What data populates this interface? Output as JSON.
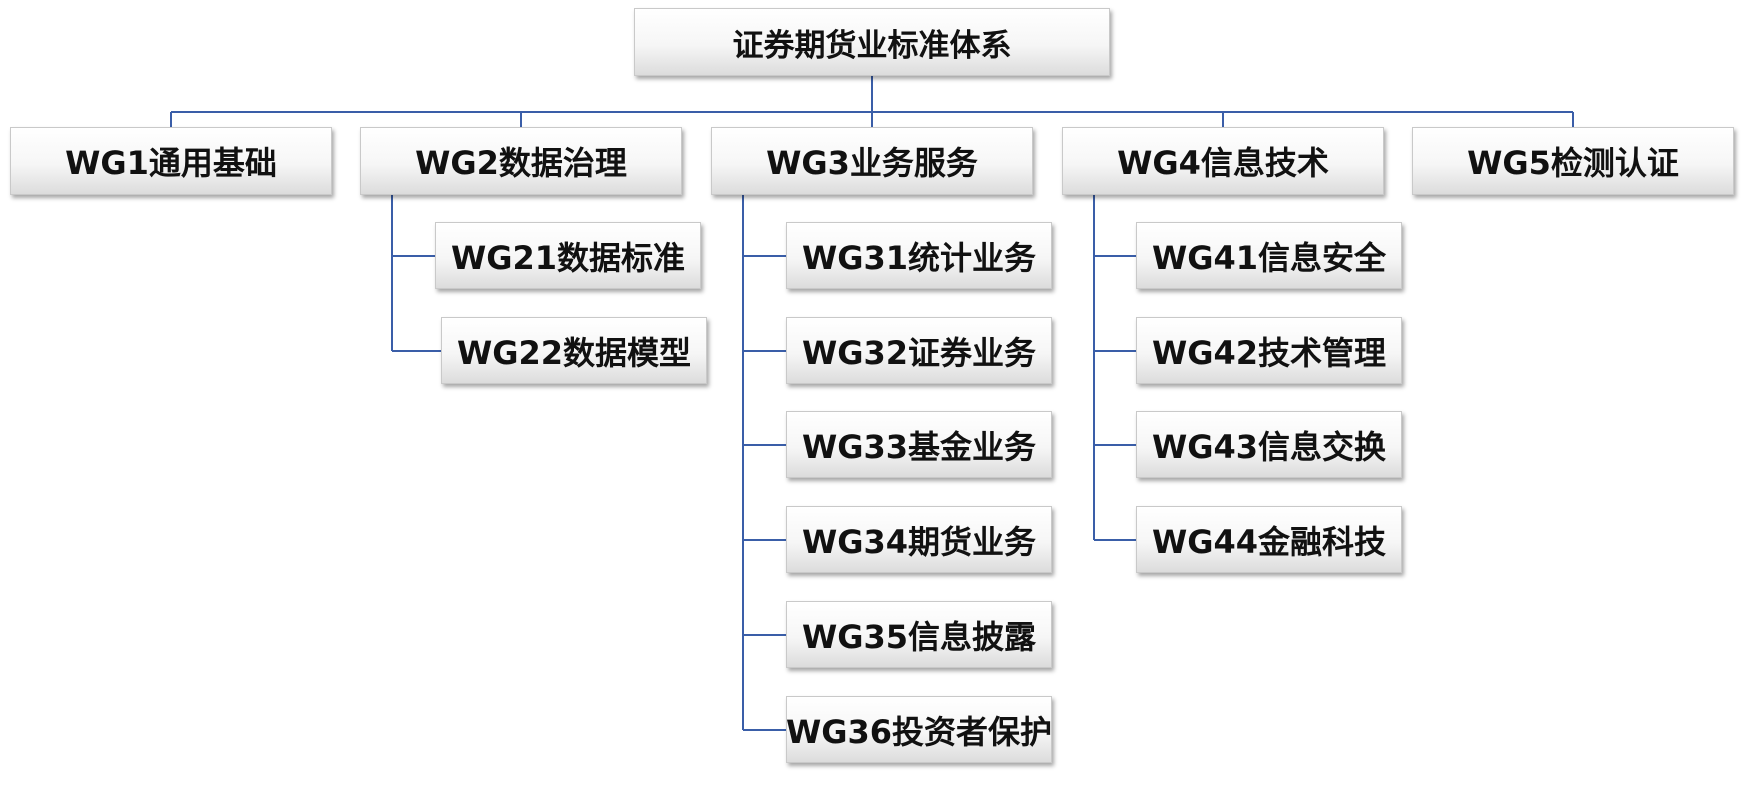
{
  "root": {
    "label": "证券期货业标准体系"
  },
  "groups": [
    {
      "label": "WG1通用基础",
      "children": []
    },
    {
      "label": "WG2数据治理",
      "children": [
        {
          "label": "WG21数据标准"
        },
        {
          "label": "WG22数据模型"
        }
      ]
    },
    {
      "label": "WG3业务服务",
      "children": [
        {
          "label": "WG31统计业务"
        },
        {
          "label": "WG32证券业务"
        },
        {
          "label": "WG33基金业务"
        },
        {
          "label": "WG34期货业务"
        },
        {
          "label": "WG35信息披露"
        },
        {
          "label": "WG36投资者保护"
        }
      ]
    },
    {
      "label": "WG4信息技术",
      "children": [
        {
          "label": "WG41信息安全"
        },
        {
          "label": "WG42技术管理"
        },
        {
          "label": "WG43信息交换"
        },
        {
          "label": "WG44金融科技"
        }
      ]
    },
    {
      "label": "WG5检测认证",
      "children": []
    }
  ],
  "colors": {
    "connector": "#3a5ea8"
  }
}
